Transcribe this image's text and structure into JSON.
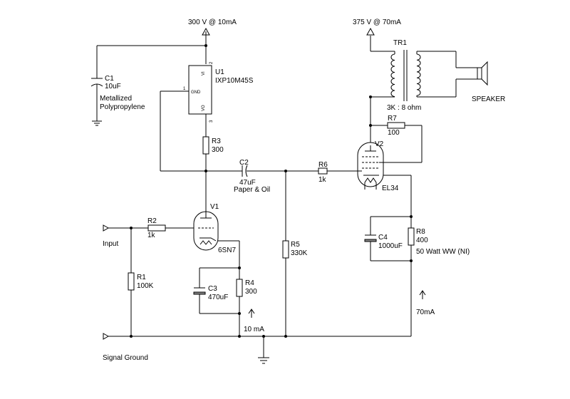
{
  "supplies": {
    "preamp": "300 V @ 10mA",
    "output": "375 V @ 70mA"
  },
  "components": {
    "c1": {
      "ref": "C1",
      "value": "10uF",
      "note1": "Metallized",
      "note2": "Polypropylene"
    },
    "u1": {
      "ref": "U1",
      "part": "IXP10M45S",
      "pin_gnd": "GND",
      "pin_vi": "VI",
      "pin_vo": "VO",
      "pin1": "1",
      "pin2": "2",
      "pin3": "3"
    },
    "r3": {
      "ref": "R3",
      "value": "300"
    },
    "c2": {
      "ref": "C2",
      "value": "47uF",
      "note": "Paper & Oil"
    },
    "r6": {
      "ref": "R6",
      "value": "1k"
    },
    "tr1": {
      "ref": "TR1",
      "ratio": "3K : 8 ohm"
    },
    "speaker": {
      "label": "SPEAKER"
    },
    "r7": {
      "ref": "R7",
      "value": "100"
    },
    "v2": {
      "ref": "V2",
      "tube": "EL34"
    },
    "c4": {
      "ref": "C4",
      "value": "1000uF"
    },
    "r8": {
      "ref": "R8",
      "value": "400",
      "note": "50 Watt WW (NI)"
    },
    "r5": {
      "ref": "R5",
      "value": "330K"
    },
    "v1": {
      "ref": "V1",
      "tube": "6SN7"
    },
    "r2": {
      "ref": "R2",
      "value": "1k"
    },
    "r1": {
      "ref": "R1",
      "value": "100K"
    },
    "c3": {
      "ref": "C3",
      "value": "470uF"
    },
    "r4": {
      "ref": "R4",
      "value": "300"
    }
  },
  "labels": {
    "input": "Input",
    "signal_ground": "Signal Ground",
    "current_10": "10 mA",
    "current_70": "70mA"
  }
}
